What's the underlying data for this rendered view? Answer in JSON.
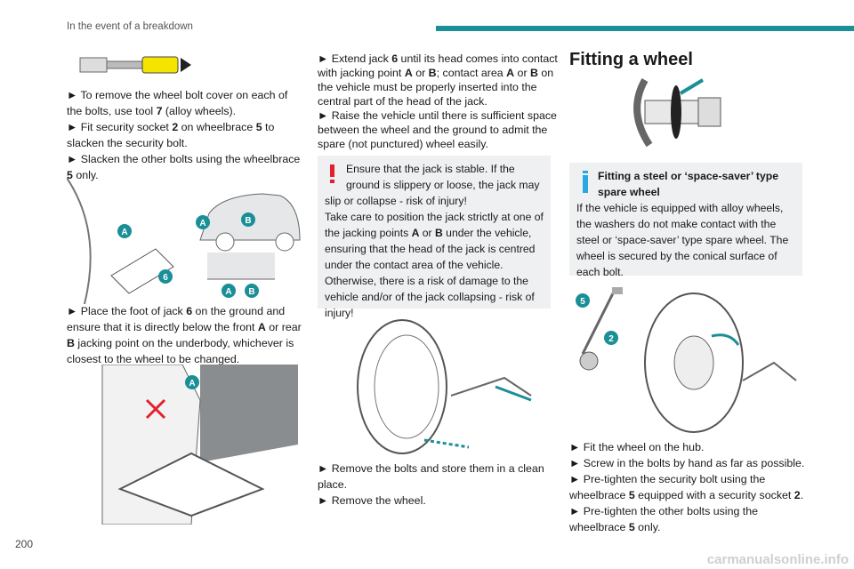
{
  "header": {
    "section": "In the event of a breakdown",
    "accent": "#1a8f97"
  },
  "page_number": "200",
  "watermark": "carmanualsonline.info",
  "col1": {
    "para1": [
      [
        {
          "text": "► To remove the wheel bolt cover on each of the bolts, use tool "
        },
        {
          "text": "7",
          "bold": true
        },
        {
          "text": " (alloy wheels)."
        }
      ],
      [
        {
          "text": "► Fit security socket "
        },
        {
          "text": "2",
          "bold": true
        },
        {
          "text": " on wheelbrace "
        },
        {
          "text": "5",
          "bold": true
        },
        {
          "text": " to slacken the security bolt."
        }
      ],
      [
        {
          "text": "► Slacken the other bolts using the wheelbrace "
        },
        {
          "text": "5",
          "bold": true
        },
        {
          "text": " only."
        }
      ]
    ],
    "para2": [
      [
        {
          "text": "► Place the foot of jack "
        },
        {
          "text": "6",
          "bold": true
        },
        {
          "text": " on the ground and ensure that it is directly below the front "
        },
        {
          "text": "A",
          "bold": true
        },
        {
          "text": " or rear "
        },
        {
          "text": "B",
          "bold": true
        },
        {
          "text": " jacking point on the underbody, whichever is closest to the wheel to be changed."
        }
      ]
    ],
    "figure_labels": {
      "a": "A",
      "b": "B",
      "six": "6"
    }
  },
  "col2": {
    "para1": [
      [
        {
          "text": "► Extend jack "
        },
        {
          "text": "6",
          "bold": true
        },
        {
          "text": " until its head comes into contact with jacking point "
        },
        {
          "text": "A",
          "bold": true
        },
        {
          "text": " or "
        },
        {
          "text": "B",
          "bold": true
        },
        {
          "text": "; contact area "
        },
        {
          "text": "A",
          "bold": true
        },
        {
          "text": " or "
        },
        {
          "text": "B",
          "bold": true
        },
        {
          "text": " on the vehicle must be properly inserted into the central part of the head of the jack."
        }
      ],
      [
        {
          "text": "► Raise the vehicle until there is sufficient space between the wheel and the ground to admit the spare (not punctured) wheel easily."
        }
      ]
    ],
    "warning": [
      [
        {
          "text": "Ensure that the jack is stable. If the ground is slippery or loose, the jack may slip or collapse - risk of injury!"
        }
      ],
      [
        {
          "text": "Take care to position the jack strictly at one of the jacking points "
        },
        {
          "text": "A",
          "bold": true
        },
        {
          "text": " or "
        },
        {
          "text": "B",
          "bold": true
        },
        {
          "text": " under the vehicle, ensuring that the head of the jack is centred under the contact area of the vehicle. Otherwise, there is a risk of damage to the vehicle and/or of the jack collapsing - risk of injury!"
        }
      ]
    ],
    "warning_color": "#e4202e",
    "para2": [
      [
        {
          "text": "► Remove the bolts and store them in a clean place."
        }
      ],
      [
        {
          "text": "► Remove the wheel."
        }
      ]
    ]
  },
  "col3": {
    "title": "Fitting a wheel",
    "info_title": "Fitting a steel or ‘space-saver’ type spare wheel",
    "info": [
      [
        {
          "text": "If the vehicle is equipped with alloy wheels, the washers do not make contact with the steel or ‘space-saver’ type spare wheel. The wheel is secured by the conical surface of each bolt."
        }
      ]
    ],
    "info_color": "#2aa7df",
    "figure_labels": {
      "five": "5",
      "two": "2"
    },
    "para1": [
      [
        {
          "text": "► Fit the wheel on the hub."
        }
      ],
      [
        {
          "text": "► Screw in the bolts by hand as far as possible."
        }
      ],
      [
        {
          "text": "► Pre-tighten the security bolt using the wheelbrace "
        },
        {
          "text": "5",
          "bold": true
        },
        {
          "text": " equipped with a security socket "
        },
        {
          "text": "2",
          "bold": true
        },
        {
          "text": "."
        }
      ],
      [
        {
          "text": "► Pre-tighten the other bolts using the wheelbrace "
        },
        {
          "text": "5",
          "bold": true
        },
        {
          "text": " only."
        }
      ]
    ]
  }
}
